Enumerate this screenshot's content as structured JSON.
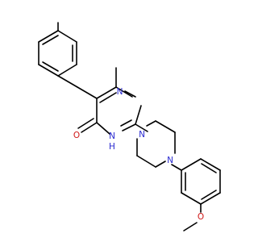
{
  "colors": {
    "background": "#ffffff",
    "bond": "#000000",
    "nitrogen": "#2a2ad0",
    "oxygen": "#d01818"
  },
  "atoms": {
    "n_pyrimidine_top": "N",
    "n_pyrimidine_nh": "H",
    "n_pyrimidine_nh_n": "N",
    "o_carbonyl": "O",
    "n_piperazine_left": "N",
    "n_piperazine_right": "N",
    "o_methoxy": "O"
  }
}
